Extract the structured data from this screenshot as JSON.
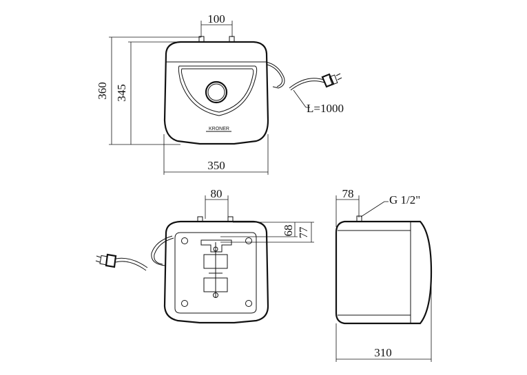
{
  "front_view": {
    "dim_top": "100",
    "dim_height_outer": "360",
    "dim_height_inner": "345",
    "dim_width": "350",
    "cable_length": "L=1000",
    "brand_label": "KRONER"
  },
  "bottom_view": {
    "dim_top": "80",
    "dim_depth_a": "68",
    "dim_depth_b": "77"
  },
  "side_view": {
    "dim_top": "78",
    "thread_label": "G 1/2\"",
    "dim_width": "310"
  }
}
